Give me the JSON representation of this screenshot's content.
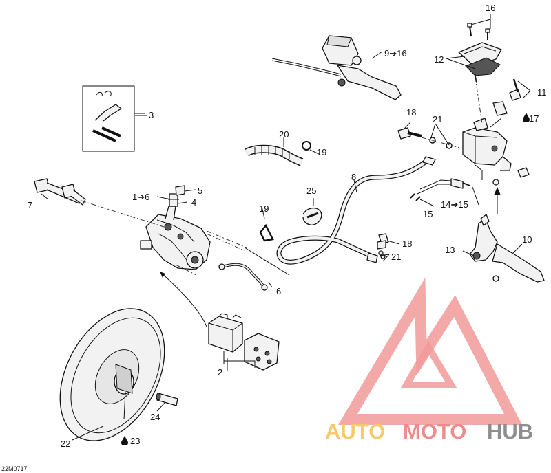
{
  "labels": {
    "l1": "1➔6",
    "l2": "2",
    "l3": "3",
    "l4": "4",
    "l5": "5",
    "l6": "6",
    "l7": "7",
    "l8": "8",
    "l9": "9➔16",
    "l10": "10",
    "l11": "11",
    "l12": "12",
    "l13": "13",
    "l14": "14➔15",
    "l15": "15",
    "l16": "16",
    "l17": "17",
    "l18a": "18",
    "l18b": "18",
    "l19a": "19",
    "l19b": "19",
    "l20": "20",
    "l21a": "21",
    "l21b": "21",
    "l22": "22",
    "l23": "23",
    "l24": "24",
    "l25": "25"
  },
  "icons": {
    "fluid": "fluid-drop-icon"
  },
  "diagram_code": "22M0717",
  "watermark": {
    "auto": "AUTO",
    "moto": "MOTO",
    "hub": "HUB"
  },
  "colors": {
    "logo_red": "#f08080",
    "auto": "#f6c96a",
    "hub": "#8e8e8e"
  }
}
